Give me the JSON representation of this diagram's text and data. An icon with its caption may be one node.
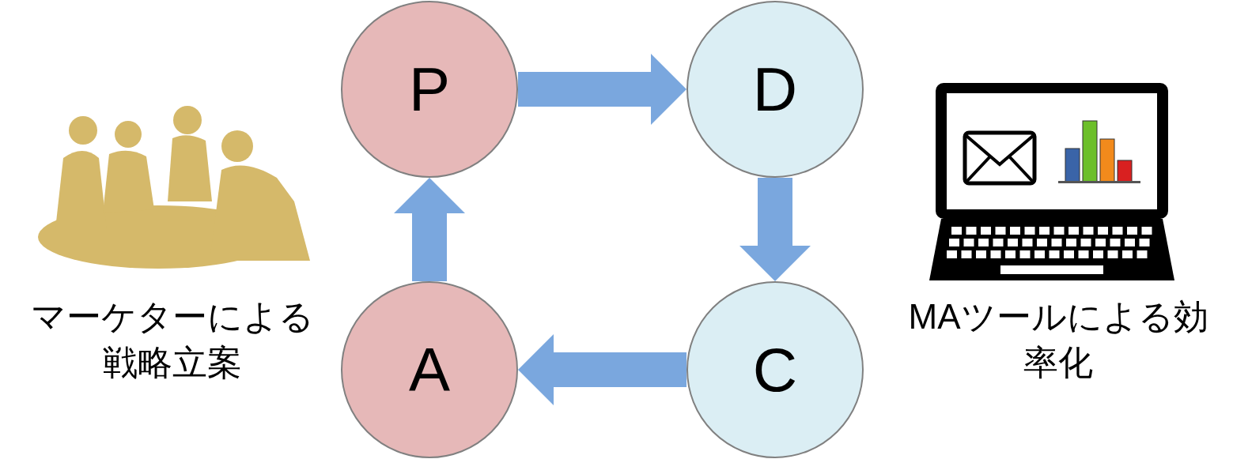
{
  "diagram": {
    "nodes": [
      {
        "text": [
          "P"
        ]
      },
      {
        "text": [
          "D"
        ]
      },
      {
        "text": [
          "A"
        ]
      },
      {
        "text": [
          "C"
        ]
      }
    ],
    "edges": [
      {
        "from": 0,
        "to": 1,
        "arrow": "to"
      },
      {
        "from": 1,
        "to": 3,
        "arrow": "to"
      },
      {
        "from": 3,
        "to": 2,
        "arrow": "to"
      },
      {
        "from": 2,
        "to": 0,
        "arrow": "to"
      }
    ],
    "labels": [
      "マーケターによる戦略立案",
      "MAツールによる効率化"
    ]
  }
}
